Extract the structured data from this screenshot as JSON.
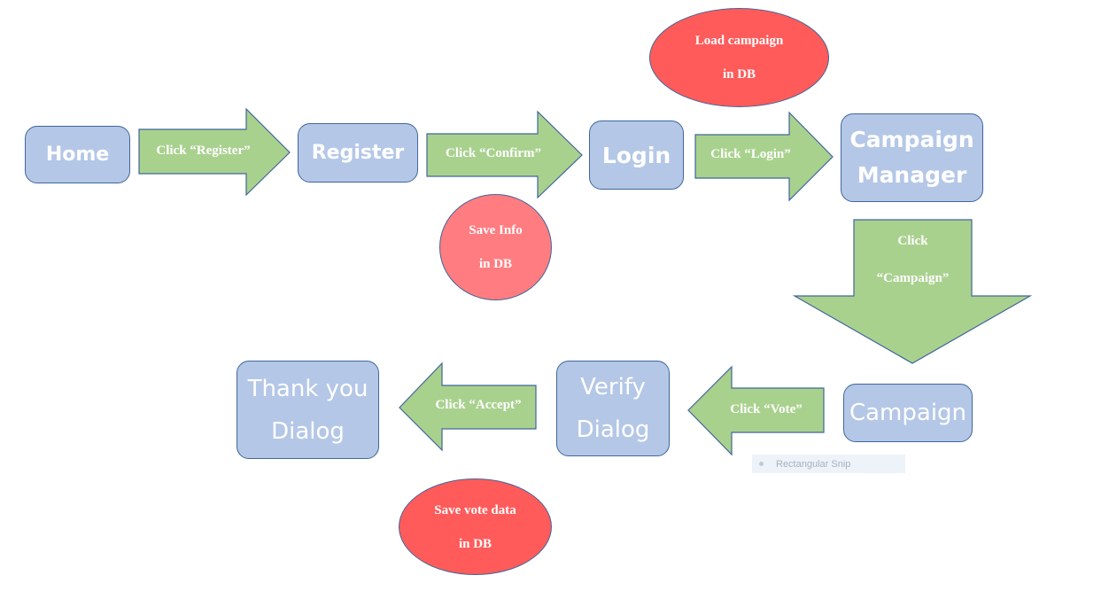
{
  "nodes": {
    "home": "Home",
    "register": "Register",
    "login": "Login",
    "campaign_manager": "Campaign\nManager",
    "campaign": "Campaign",
    "verify_dialog": "Verify\nDialog",
    "thank_you_dialog": "Thank you\nDialog"
  },
  "actions": {
    "click_register": "Click “Register”",
    "click_confirm": "Click “Confirm”",
    "click_login": "Click “Login”",
    "click_campaign": "Click\n\n“Campaign”",
    "click_vote": "Click “Vote”",
    "click_accept": "Click “Accept”"
  },
  "db_operations": {
    "save_info": "Save Info\nin DB",
    "load_campaign": "Load campaign\nin DB",
    "save_vote_data": "Save vote data\nin DB"
  },
  "overlay": {
    "snip_tooltip": "Rectangular Snip"
  },
  "colors": {
    "node_fill": "#b4c7e7",
    "node_border": "#41669a",
    "arrow_fill": "#a9d18e",
    "arrow_border": "#41669a",
    "db_fill": "#ff5b5b",
    "db_fill_light": "#ff7c80"
  }
}
